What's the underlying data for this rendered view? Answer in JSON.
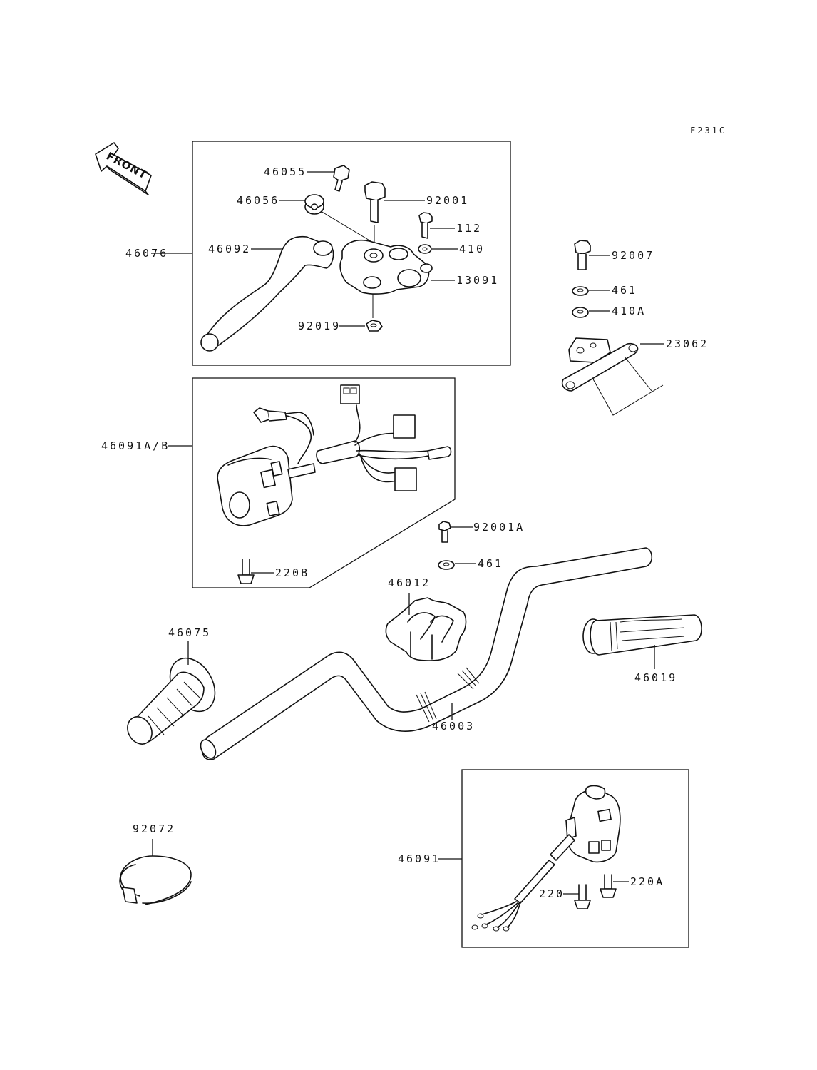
{
  "diagram_code": "F231C",
  "front_arrow": "FRONT",
  "labels": {
    "p46055": "46055",
    "p46056": "46056",
    "p92001": "92001",
    "p112": "112",
    "p46076": "46076",
    "p46092": "46092",
    "p410": "410",
    "p13091": "13091",
    "p92019": "92019",
    "p92007": "92007",
    "p461a": "461",
    "p410A": "410A",
    "p23062": "23062",
    "p46091AB": "46091A/B",
    "p92001A": "92001A",
    "p461b": "461",
    "p220B": "220B",
    "p46012": "46012",
    "p46075": "46075",
    "p46019": "46019",
    "p46003": "46003",
    "p92072": "92072",
    "p46091": "46091",
    "p220": "220",
    "p220A": "220A"
  }
}
